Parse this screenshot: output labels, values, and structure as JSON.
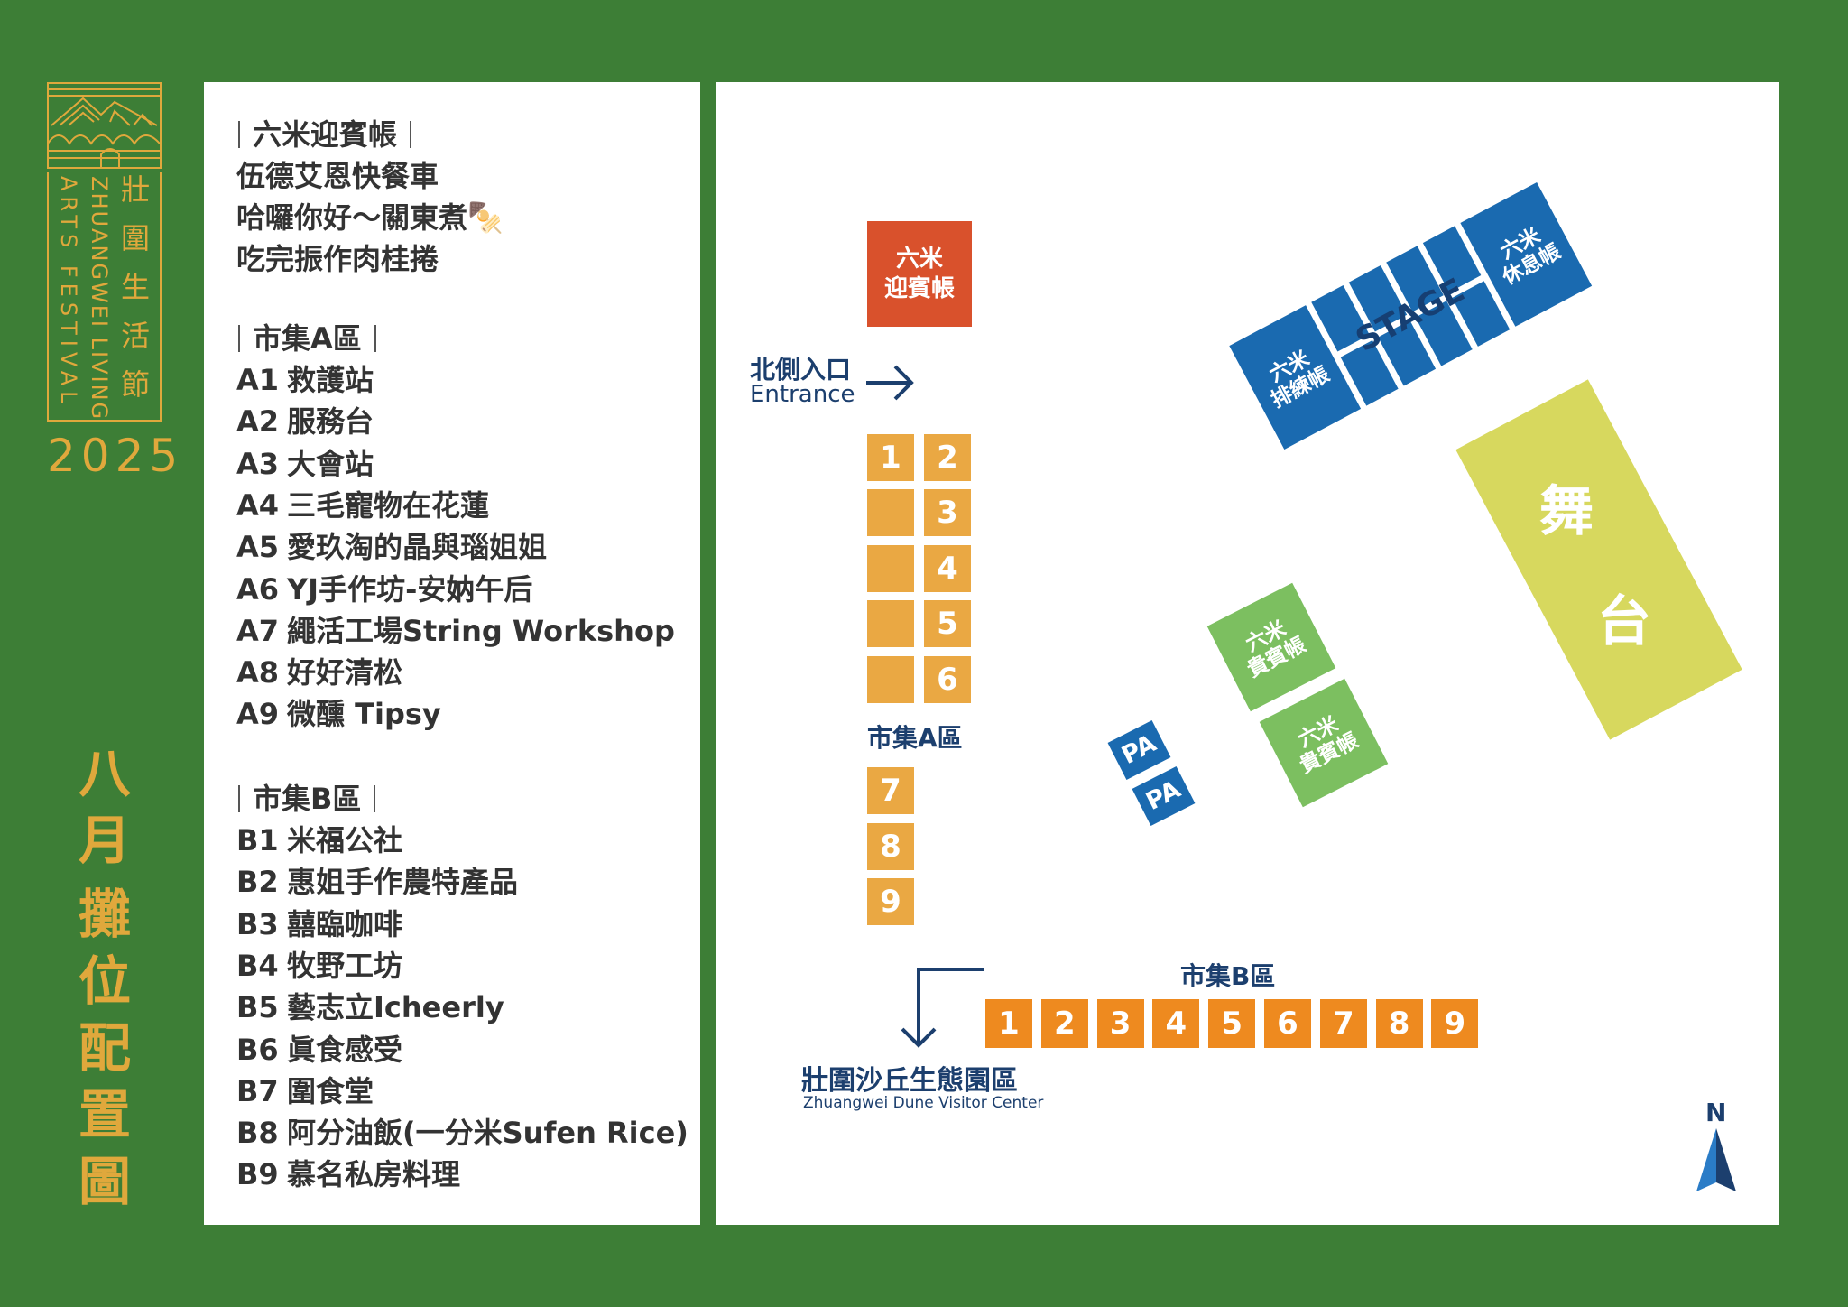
{
  "logo": {
    "title_zh": "壯圍生活節",
    "title_en_1": "ZHUANGWEI LIVING",
    "title_en_2": "ARTS FESTIVAL",
    "year": "2025"
  },
  "page_title": [
    "八",
    "月",
    "攤",
    "位",
    "配",
    "置",
    "圖"
  ],
  "legend": {
    "welcome": {
      "header": "六米迎賓帳",
      "items": [
        "伍德艾恩快餐車",
        "哈囉你好～關東煮🍢",
        "吃完振作肉桂捲"
      ]
    },
    "market_a": {
      "header": "市集A區",
      "items": [
        {
          "code": "A1",
          "name": "救護站"
        },
        {
          "code": "A2",
          "name": "服務台"
        },
        {
          "code": "A3",
          "name": "大會站"
        },
        {
          "code": "A4",
          "name": "三毛寵物在花蓮"
        },
        {
          "code": "A5",
          "name": "愛玖淘的晶與瑙姐姐"
        },
        {
          "code": "A6",
          "name": "YJ手作坊-安妠午后"
        },
        {
          "code": "A7",
          "name": "繩活工場String Workshop"
        },
        {
          "code": "A8",
          "name": "好好清松"
        },
        {
          "code": "A9",
          "name": "微醺 Tipsy"
        }
      ]
    },
    "market_b": {
      "header": "市集B區",
      "items": [
        {
          "code": "B1",
          "name": "米福公社"
        },
        {
          "code": "B2",
          "name": "惠姐手作農特產品"
        },
        {
          "code": "B3",
          "name": "囍臨咖啡"
        },
        {
          "code": "B4",
          "name": "牧野工坊"
        },
        {
          "code": "B5",
          "name": "藝志立Icheerly"
        },
        {
          "code": "B6",
          "name": "眞食感受"
        },
        {
          "code": "B7",
          "name": "圍食堂"
        },
        {
          "code": "B8",
          "name": "阿分油飯(一分米Sufen Rice)"
        },
        {
          "code": "B9",
          "name": "慕名私房料理"
        }
      ]
    }
  },
  "map": {
    "welcome_tent": "六米\n迎賓帳",
    "entrance_zh": "北側入口",
    "entrance_en": "Entrance",
    "market_a_label": "市集A區",
    "market_a_stalls": [
      "1",
      "2",
      "",
      "3",
      "",
      "4",
      "",
      "5",
      "",
      "6"
    ],
    "market_a_lower": [
      "7",
      "8",
      "9"
    ],
    "market_b_label": "市集B區",
    "market_b_stalls": [
      "1",
      "2",
      "3",
      "4",
      "5",
      "6",
      "7",
      "8",
      "9"
    ],
    "visitor_zh": "壯圍沙丘生態園區",
    "visitor_en": "Zhuangwei Dune Visitor Center",
    "rehearsal_tent": "六米\n排練帳",
    "rest_tent": "六米\n休息帳",
    "stage_label": "STAGE",
    "main_stage": [
      "舞",
      "台"
    ],
    "vip_tent_1": "六米\n貴賓帳",
    "vip_tent_2": "六米\n貴賓帳",
    "pa": [
      "PA",
      "PA"
    ],
    "north": "N",
    "colors": {
      "bg": "#3d7e36",
      "gold": "#e0a83c",
      "welcome": "#d9512c",
      "stall_a": "#eaa843",
      "stall_b": "#ee8a1f",
      "stage": "#1a6ab0",
      "main_stage": "#d7d85e",
      "vip": "#7cbf60",
      "navy": "#1c3f6e"
    }
  }
}
